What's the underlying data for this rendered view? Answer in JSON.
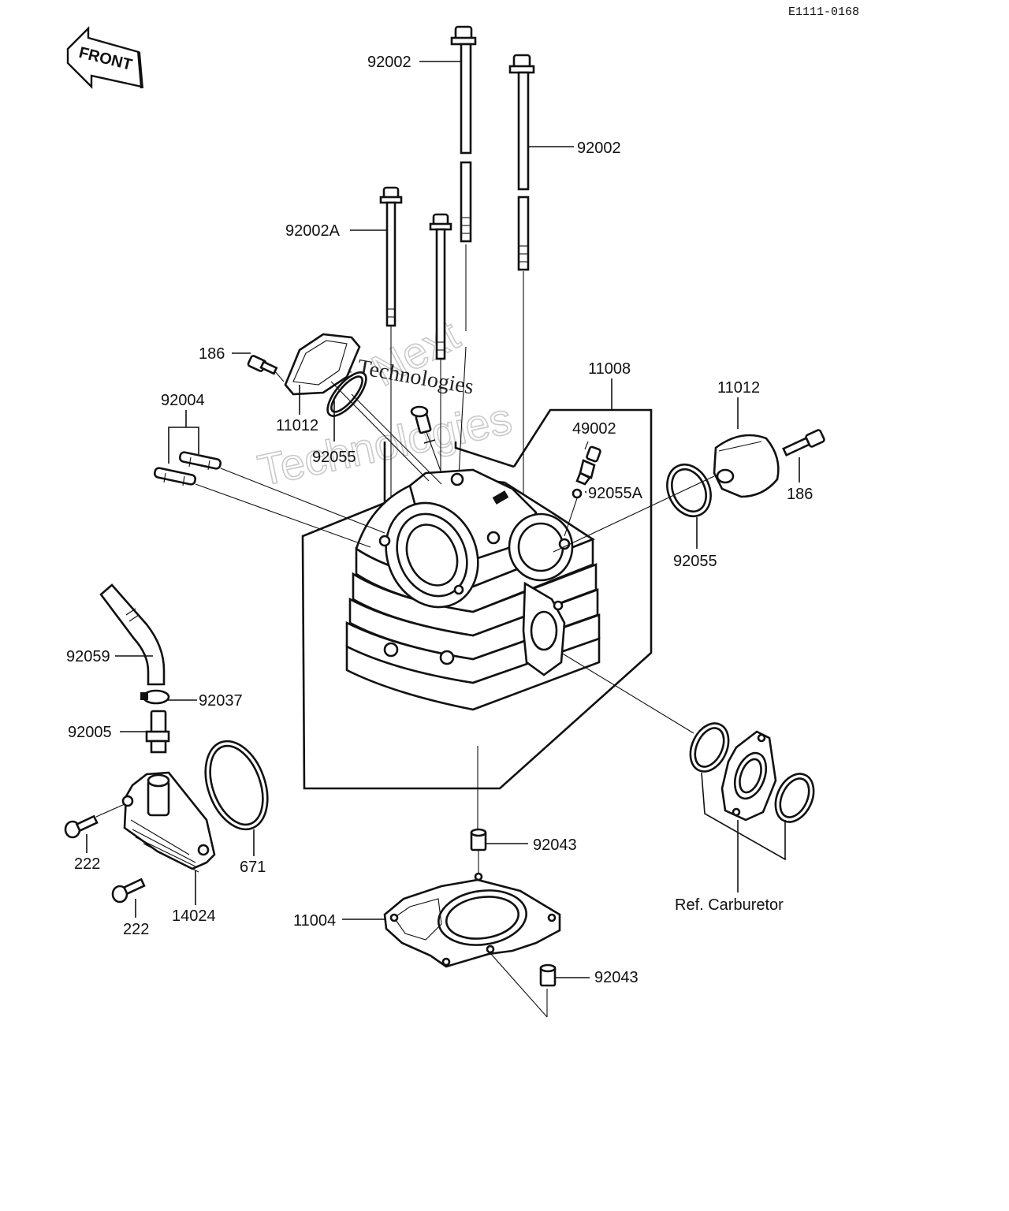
{
  "diagram_code": "E1111-0168",
  "direction_label": "FRONT",
  "watermark": [
    "Next",
    "Technologies"
  ],
  "watermark_print": "Next Technologies",
  "labels": {
    "bolt_long_left": "92002",
    "bolt_long_right": "92002",
    "bolt_short": "92002A",
    "bolt_cap_left": "186",
    "cap_left": "11012",
    "oring_left": "92055",
    "stud": "92004",
    "head_assy": "11008",
    "spark_plug": "49002",
    "washer_plug": "92055A",
    "cap_right": "11012",
    "bolt_cap_right": "186",
    "oring_right": "92055",
    "hose": "92059",
    "clamp": "92037",
    "fitting": "92005",
    "screw_upper": "222",
    "screw_lower": "222",
    "cover": "14024",
    "oring_cover": "671",
    "dowel_upper": "92043",
    "gasket": "11004",
    "dowel_lower": "92043",
    "ref_note": "Ref. Carburetor"
  }
}
